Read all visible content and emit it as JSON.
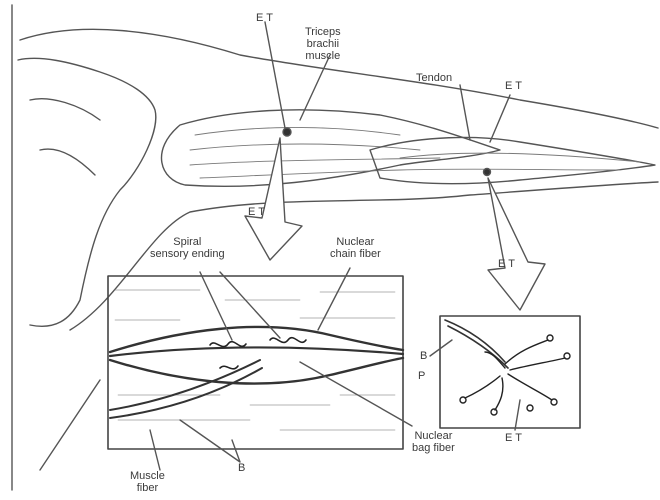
{
  "labels": {
    "triceps": [
      "Triceps",
      "brachii",
      "muscle"
    ],
    "tendon": "Tendon",
    "et_top_left": "E T",
    "et_top_right": "E T",
    "et_arrow_left": "E T",
    "et_arrow_right": "E T",
    "spiral": [
      "Spiral",
      "sensory ending"
    ],
    "nuclear_chain": [
      "Nuclear",
      "chain fiber"
    ],
    "nuclear_bag": [
      "Nuclear",
      "bag fiber"
    ],
    "b_left": "B",
    "b_right": "B",
    "p_right": "P",
    "et_bottom_right": "E T",
    "muscle_fiber": [
      "Muscle",
      "fiber"
    ]
  }
}
